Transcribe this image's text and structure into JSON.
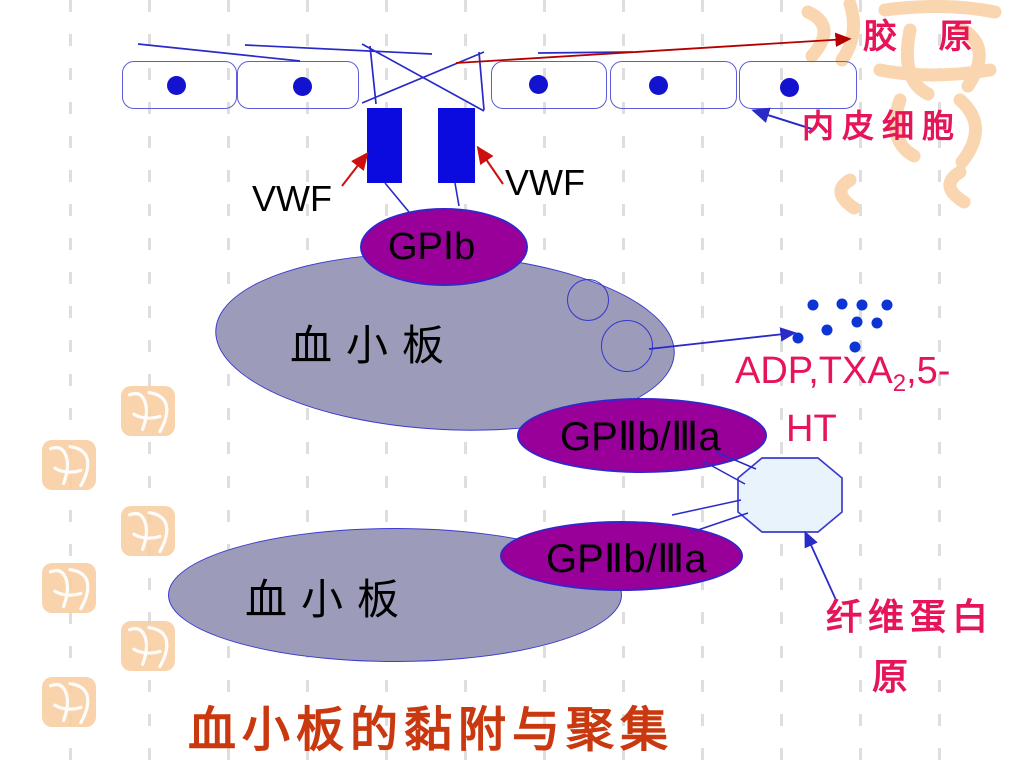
{
  "slide": {
    "title": "血小板的黏附与聚集"
  },
  "labels": {
    "collagen": "胶 原",
    "endothelial_cells": "内皮细胞",
    "vwf_left": "VWF",
    "vwf_right": "VWF",
    "gp1b": "GPⅠb",
    "platelet_upper": "血小板",
    "platelet_lower": "血小板",
    "gp2b3a_upper": "GPⅡb/Ⅲa",
    "gp2b3a_lower": "GPⅡb/Ⅲa",
    "mediators_prefix": "ADP,TXA",
    "mediators_subscript": "2",
    "mediators_suffix": ",5-",
    "mediators_line2": "HT",
    "fibrinogen_line1": "纤维蛋白",
    "fibrinogen_line2": "原"
  },
  "colors": {
    "red_label": "#e61458",
    "title_text": "#c9380e",
    "receptor_purple": "#990099",
    "platelet_gray": "#9c9cba",
    "vwf_blue": "#0b0bdf",
    "cell_border_blue": "#5c5cd6",
    "line_blue": "#2a2ac8",
    "collagen_arrow_red": "#b40000",
    "octagon_fill": "#e9f3fb",
    "stamp_orange": "#f8cfa2",
    "dash_gray": "#dedede",
    "mediator_dot_blue": "#0d35d5"
  }
}
